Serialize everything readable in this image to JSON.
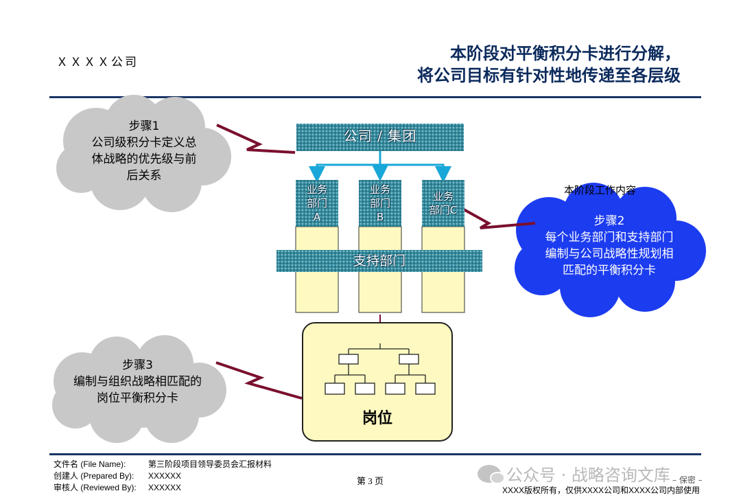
{
  "header": {
    "company": "ＸＸＸＸ公司",
    "title_line1": "本阶段对平衡积分卡进行分解，",
    "title_line2": "将公司目标有针对性地传递至各层级"
  },
  "diagram": {
    "top_box": "公司 / 集团",
    "departments": [
      {
        "line1": "业务",
        "line2": "部门",
        "line3": "A"
      },
      {
        "line1": "业务",
        "line2": "部门",
        "line3": "B"
      },
      {
        "line1": "业务",
        "line2": "部门C",
        "line3": ""
      }
    ],
    "support_bar": "支持部门",
    "position_box": "岗位",
    "current_stage_label": "本阶段工作内容",
    "steps": [
      {
        "title": "步骤1",
        "lines": [
          "公司级积分卡定义总",
          "体战略的优先级与前",
          "后关系"
        ]
      },
      {
        "title": "步骤2",
        "lines": [
          "每个业务部门和支持部门",
          "编制与公司战略性规划相",
          "匹配的平衡积分卡"
        ]
      },
      {
        "title": "步骤3",
        "lines": [
          "编制与组织战略相匹配的",
          "岗位平衡积分卡"
        ]
      }
    ],
    "colors": {
      "box_teal": "#3a8ea0",
      "cream": "#fdf9c0",
      "cloud_gray": "#c8c8c8",
      "cloud_blue": "#1c3cf0",
      "connector_cyan": "#18a7d8",
      "lightning": "#7a0f2e"
    }
  },
  "footer": {
    "file_name_label": "文件名 (File Name):",
    "prepared_by_label": "创建人 (Prepared By):",
    "reviewed_by_label": "审核人 (Reviewed By):",
    "file_name": "第三阶段项目领导委员会汇报材料",
    "prepared_by": "XXXXXX",
    "reviewed_by": "XXXXXX",
    "page": "第 3 页",
    "confidential": "– 保密 –",
    "copyright": "XXXX版权所有，仅供XXXX公司和XXXX公司内部使用",
    "watermark": "公众号 · 战略咨询文库"
  }
}
